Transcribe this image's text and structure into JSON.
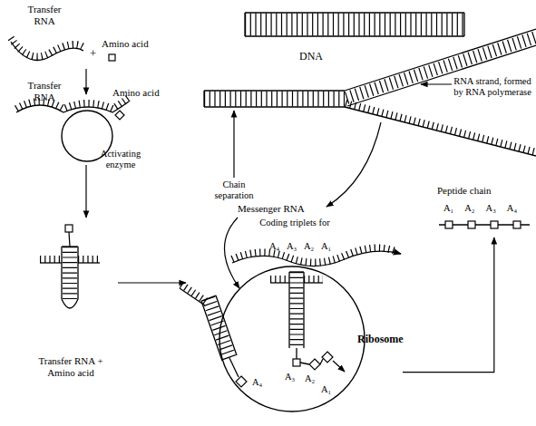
{
  "diagram": {
    "nodes": [
      {
        "text": [
          "DNA"
        ]
      },
      {
        "text": [
          "Activating enzyme"
        ]
      },
      {
        "text": [
          "Ribosome"
        ]
      },
      {
        "text": [
          "Peptide chain",
          "A₁ A₂ A₃ A₄"
        ]
      }
    ],
    "edges": [
      {
        "from": 2,
        "to": 3,
        "arrow": "to"
      }
    ],
    "labels": [
      "Transfer RNA",
      "Amino acid",
      "+",
      "RNA strand, formed by RNA polymerase",
      "Chain separation",
      "Transfer RNA",
      "Amino acid",
      "Messenger RNA",
      "Coding triplets for",
      "A₄",
      "A₃",
      "A₂",
      "A₁",
      "Transfer RNA + Amino acid",
      "A₄",
      "A₃",
      "A₂",
      "A₁"
    ]
  }
}
